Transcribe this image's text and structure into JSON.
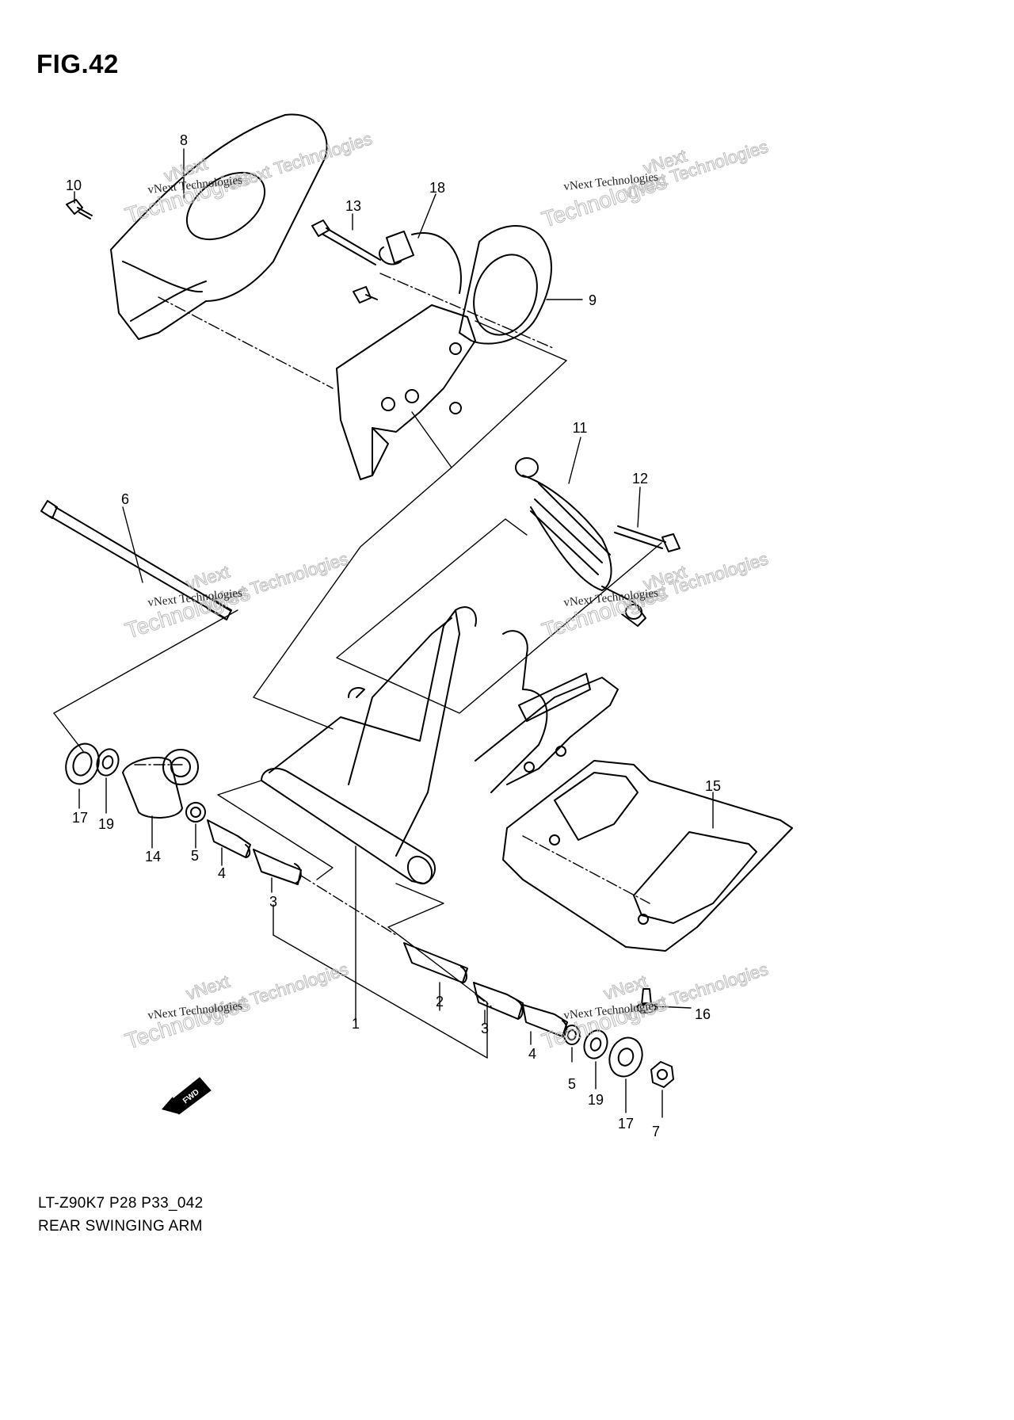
{
  "figure": {
    "title": "FIG.42"
  },
  "captions": {
    "model_code": "LT-Z90K7 P28 P33_042",
    "assembly_name": "REAR SWINGING ARM"
  },
  "watermark": {
    "line1": "vNext Technologies",
    "line2": "Technologies",
    "line3": "vNext"
  },
  "fwd_label": "FWD",
  "callouts": [
    {
      "id": "1",
      "label": "1"
    },
    {
      "id": "2",
      "label": "2"
    },
    {
      "id": "3a",
      "label": "3"
    },
    {
      "id": "3b",
      "label": "3"
    },
    {
      "id": "4a",
      "label": "4"
    },
    {
      "id": "4b",
      "label": "4"
    },
    {
      "id": "5a",
      "label": "5"
    },
    {
      "id": "5b",
      "label": "5"
    },
    {
      "id": "6",
      "label": "6"
    },
    {
      "id": "7",
      "label": "7"
    },
    {
      "id": "8",
      "label": "8"
    },
    {
      "id": "9",
      "label": "9"
    },
    {
      "id": "10",
      "label": "10"
    },
    {
      "id": "11",
      "label": "11"
    },
    {
      "id": "12",
      "label": "12"
    },
    {
      "id": "13",
      "label": "13"
    },
    {
      "id": "14",
      "label": "14"
    },
    {
      "id": "15",
      "label": "15"
    },
    {
      "id": "16",
      "label": "16"
    },
    {
      "id": "17a",
      "label": "17"
    },
    {
      "id": "17b",
      "label": "17"
    },
    {
      "id": "18",
      "label": "18"
    },
    {
      "id": "19a",
      "label": "19"
    },
    {
      "id": "19b",
      "label": "19"
    }
  ]
}
